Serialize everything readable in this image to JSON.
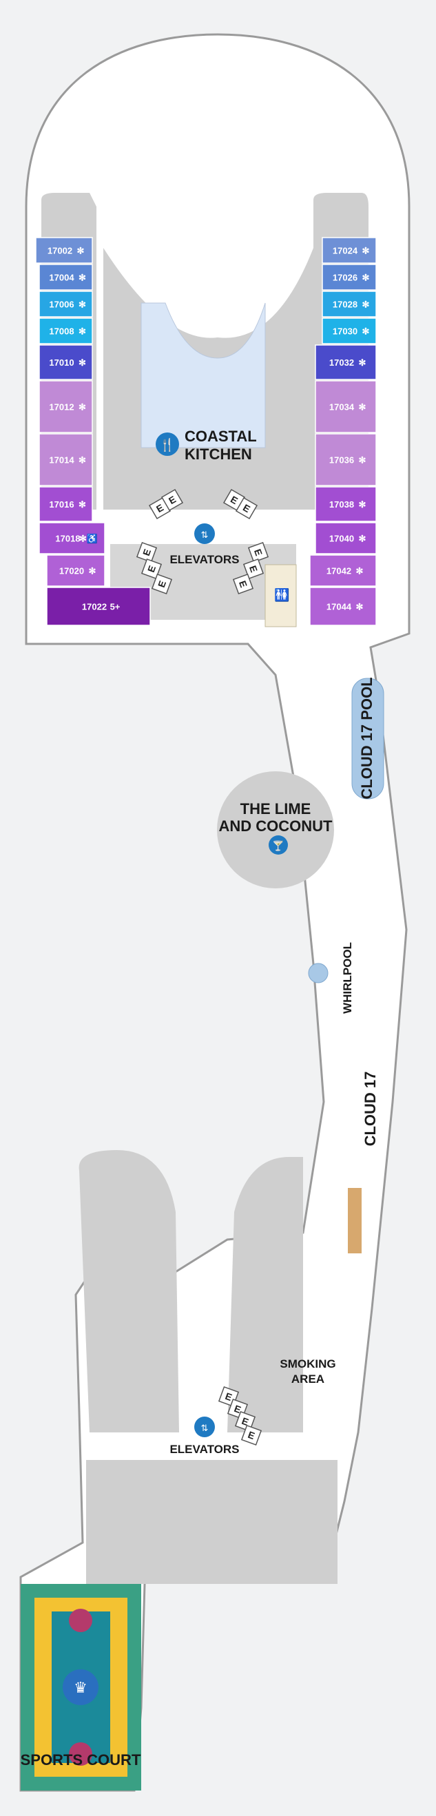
{
  "colors": {
    "hull_fill": "#ffffff",
    "hull_stroke": "#9a9a9a",
    "interior_gray": "#c9c9c9",
    "kitchen_blue": "#d9e6f7",
    "pool_blue": "#a8c8e6",
    "icon_blue": "#1f7ac2",
    "court_green": "#3aa084",
    "court_yellow": "#f3c232",
    "court_teal": "#1b8a9a",
    "court_circle": "#b43a6b",
    "deck_wood": "#d7a86e"
  },
  "cabins": {
    "left": [
      {
        "number": "17002",
        "color": "#6e90d6",
        "icon": "snowflake"
      },
      {
        "number": "17004",
        "color": "#5a86d4",
        "icon": "snowflake"
      },
      {
        "number": "17006",
        "color": "#27a6e4",
        "icon": "snowflake"
      },
      {
        "number": "17008",
        "color": "#1fb2e8",
        "icon": "snowflake"
      },
      {
        "number": "17010",
        "color": "#4a4bcb",
        "icon": "snowflake"
      },
      {
        "number": "17012",
        "color": "#c08ad6",
        "icon": "snowflake"
      },
      {
        "number": "17014",
        "color": "#c08ad6",
        "icon": "snowflake"
      },
      {
        "number": "17016",
        "color": "#a24ed2",
        "icon": "snowflake"
      },
      {
        "number": "17018",
        "color": "#a24ed2",
        "icon": "snowflake-accessible"
      },
      {
        "number": "17020",
        "color": "#b061d6",
        "icon": "snowflake"
      },
      {
        "number": "17022",
        "color": "#7a1fa8",
        "icon": "5+"
      }
    ],
    "right": [
      {
        "number": "17024",
        "color": "#6e90d6",
        "icon": "snowflake"
      },
      {
        "number": "17026",
        "color": "#5a86d4",
        "icon": "snowflake"
      },
      {
        "number": "17028",
        "color": "#27a6e4",
        "icon": "snowflake"
      },
      {
        "number": "17030",
        "color": "#1fb2e8",
        "icon": "snowflake"
      },
      {
        "number": "17032",
        "color": "#4a4bcb",
        "icon": "snowflake"
      },
      {
        "number": "17034",
        "color": "#c08ad6",
        "icon": "snowflake"
      },
      {
        "number": "17036",
        "color": "#c08ad6",
        "icon": "snowflake"
      },
      {
        "number": "17038",
        "color": "#a24ed2",
        "icon": "snowflake"
      },
      {
        "number": "17040",
        "color": "#a24ed2",
        "icon": "snowflake"
      },
      {
        "number": "17042",
        "color": "#b061d6",
        "icon": "snowflake"
      },
      {
        "number": "17044",
        "color": "#b061d6",
        "icon": "snowflake"
      }
    ]
  },
  "venues": {
    "coastal_kitchen_line1": "COASTAL",
    "coastal_kitchen_line2": "KITCHEN",
    "elevators_forward": "ELEVATORS",
    "elevators_aft": "ELEVATORS",
    "lime_coconut_line1": "THE LIME",
    "lime_coconut_line2": "AND COCONUT",
    "cloud17_pool": "CLOUD 17 POOL",
    "whirlpool": "WHIRLPOOL",
    "cloud17": "CLOUD 17",
    "smoking_line1": "SMOKING",
    "smoking_line2": "AREA",
    "sports_court": "SPORTS COURT"
  },
  "elevator_letter": "E",
  "icons": {
    "restaurant": "fork-knife-icon",
    "elevator": "elevator-icon",
    "bar": "cocktail-glass-icon",
    "restroom": "restroom-icon",
    "brand": "royal-crown-anchor-icon"
  }
}
